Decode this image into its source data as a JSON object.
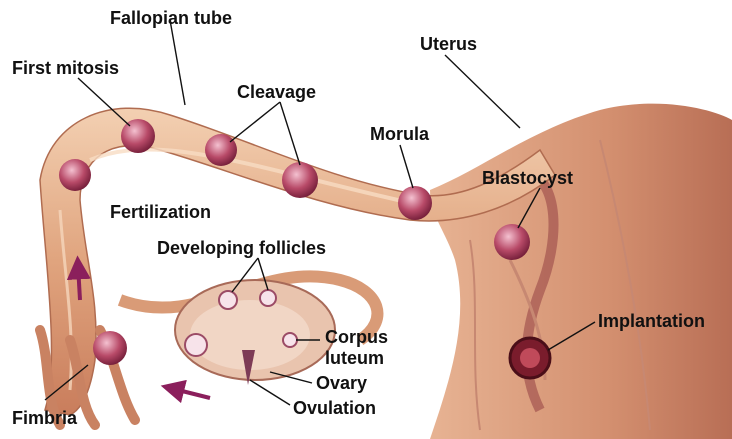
{
  "labels": {
    "fallopian_tube": "Fallopian tube",
    "first_mitosis": "First mitosis",
    "cleavage": "Cleavage",
    "uterus": "Uterus",
    "morula": "Morula",
    "blastocyst": "Blastocyst",
    "fertilization": "Fertilization",
    "developing_follicles": "Developing follicles",
    "corpus": "Corpus",
    "luteum": "luteum",
    "ovary": "Ovary",
    "ovulation": "Ovulation",
    "implantation": "Implantation",
    "fimbria": "Fimbria"
  },
  "colors": {
    "tissue": "#e8b48c",
    "muscle": "#d48a68",
    "uterus_wall": "#b85a5a",
    "cell": "#a33a55",
    "cell_light": "#e7a2b8",
    "arrow": "#8b1f5c"
  }
}
